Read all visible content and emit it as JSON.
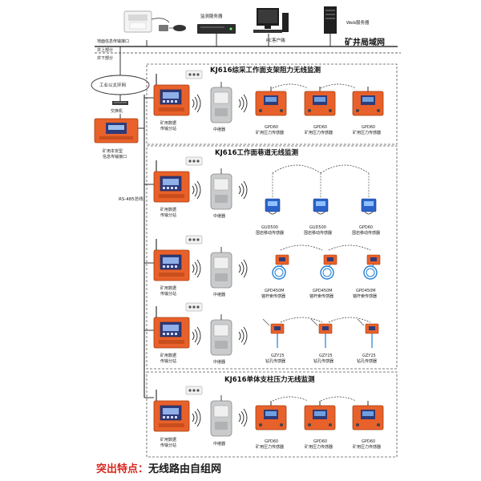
{
  "top": {
    "ground_interface": "地面信息传输接口",
    "monitor_server": "监测服务器",
    "pc_client": "PC客户端",
    "web_server": "Web服务器",
    "network": "矿井局域网",
    "above_ground": "井上部分",
    "below_ground": "井下部分"
  },
  "left": {
    "ring_network": "工业以太环网",
    "switch": "交换机",
    "mine_interface_l1": "矿用本安型",
    "mine_interface_l2": "信息传输接口",
    "rs485": "RS-485总线"
  },
  "common": {
    "station_l1": "矿用数据",
    "station_l2": "传输分站",
    "relay": "中继器",
    "gpd60": "GPD60",
    "pressure": "矿用压力传感器",
    "gud500": "GUD500",
    "move": "围岩移动传感器",
    "gpd450m": "GPD450M",
    "anchor": "锚杆索传感器",
    "gzy25": "GZY25",
    "drill": "钻孔传感器"
  },
  "sections": {
    "s1": "KJ616综采工作面支架阻力无线监测",
    "s2": "KJ616工作面巷道无线监测",
    "s3": "KJ616单体支柱压力无线监测"
  },
  "footer": {
    "key": "突出特点：",
    "value": "无线路由自组网"
  },
  "colors": {
    "orange": "#e8612a",
    "screen": "#3c4a8a",
    "bus": "#555555",
    "accent_red": "#d8261e"
  }
}
